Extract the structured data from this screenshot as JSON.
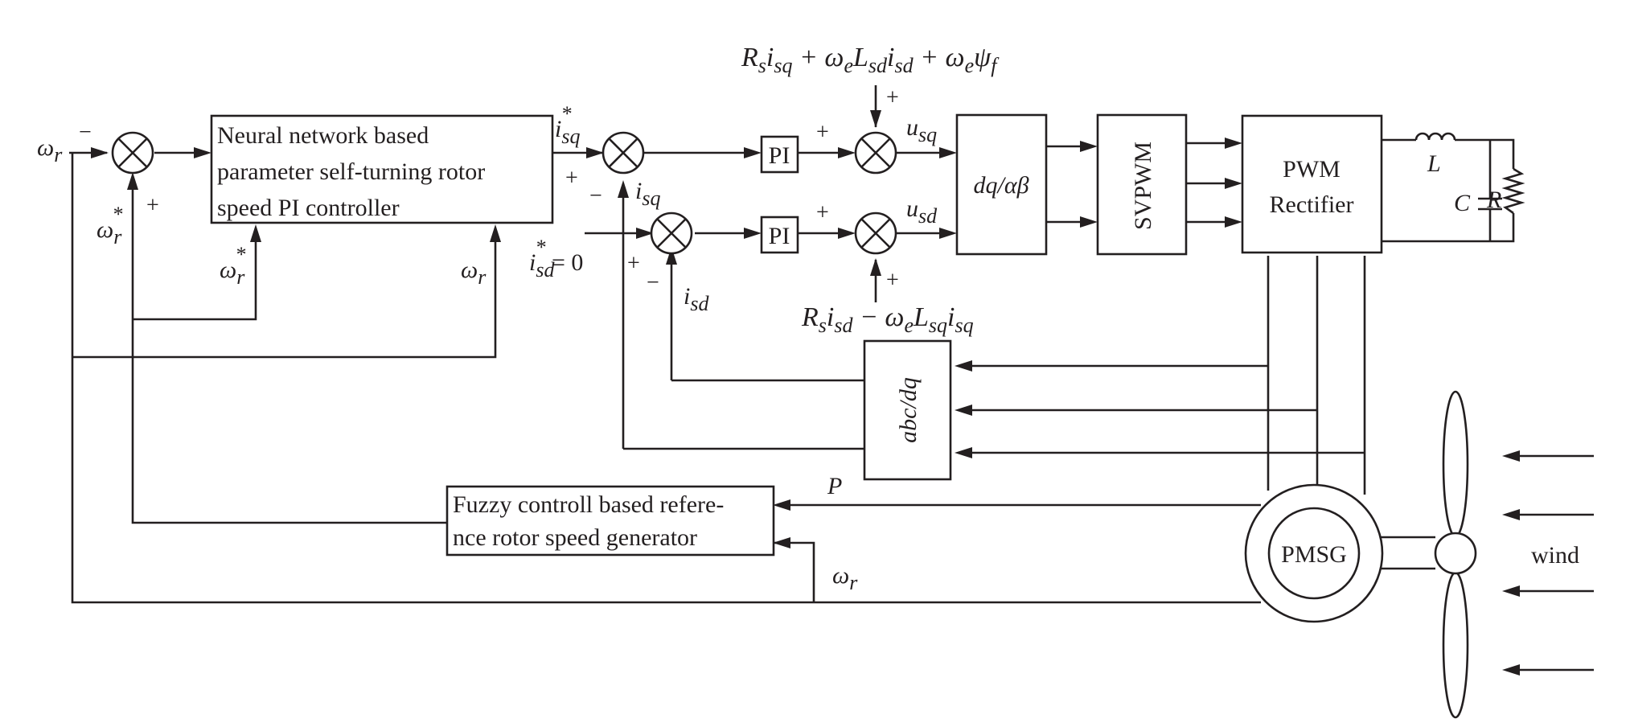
{
  "blocks": {
    "nn_controller": [
      "Neural network based",
      "parameter self-turning rotor",
      "speed PI controller"
    ],
    "fuzzy_generator": [
      "Fuzzy controll based refere-",
      "nce rotor speed generator"
    ],
    "pi_label": "PI",
    "dq_ab": "dq/αβ",
    "svpwm": "SVPWM",
    "pwm_rectifier": [
      "PWM",
      "Rectifier"
    ],
    "abc_dq": "abc/dq",
    "pmsg": "PMSG"
  },
  "signals": {
    "omega_r": "ω",
    "omega_r_sub": "r",
    "star": "*",
    "i": "i",
    "sq": "sq",
    "sd": "sd",
    "u": "u",
    "i_sd_ref_tail": " = 0",
    "P": "P"
  },
  "ff_q": [
    {
      "t": "R",
      "sub": "s"
    },
    {
      "t": "i",
      "sub": "sq"
    },
    {
      "t": " + ω",
      "sub": "e"
    },
    {
      "t": "L",
      "sub": "sd"
    },
    {
      "t": "i",
      "sub": "sd"
    },
    {
      "t": " + ω",
      "sub": "e"
    },
    {
      "t": "ψ",
      "sub": "f"
    }
  ],
  "ff_d": [
    {
      "t": "R",
      "sub": "s"
    },
    {
      "t": "i",
      "sub": "sd"
    },
    {
      "t": " − ω",
      "sub": "e"
    },
    {
      "t": "L",
      "sub": "sq"
    },
    {
      "t": "i",
      "sub": "sq"
    }
  ],
  "signs": {
    "plus": "+",
    "minus": "−"
  },
  "passives": {
    "L": "L",
    "C": "C",
    "R": "R"
  },
  "wind": "wind"
}
